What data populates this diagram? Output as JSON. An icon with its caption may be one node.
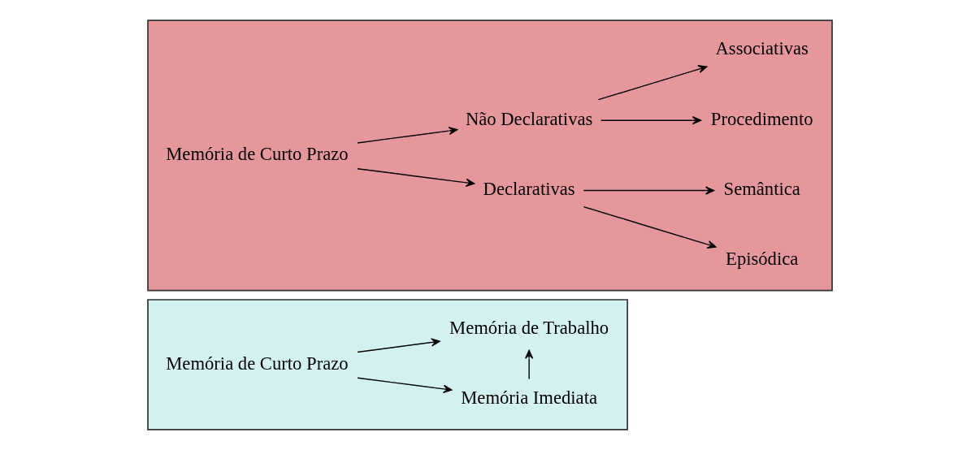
{
  "diagram": {
    "nodes": [
      {
        "text": [],
        "shape": "box"
      },
      {
        "text": [
          "Memória de Curto Prazo"
        ],
        "in": 0
      },
      {
        "text": [
          "Memória Imediata"
        ],
        "in": 0
      },
      {
        "text": [
          "Memória de Trabalho"
        ],
        "in": 0
      },
      {
        "text": [],
        "shape": "box"
      },
      {
        "text": [
          "Memória de Curto Prazo"
        ],
        "in": 4
      },
      {
        "text": [
          "Declarativas"
        ],
        "in": 4
      },
      {
        "text": [
          "Não Declarativas"
        ],
        "in": 4
      },
      {
        "text": [
          "Episódica"
        ],
        "in": 4
      },
      {
        "text": [
          "Semântica"
        ],
        "in": 4
      },
      {
        "text": [
          "Procedimento"
        ],
        "in": 4
      },
      {
        "text": [
          "Associativas"
        ],
        "in": 4
      }
    ],
    "edges": [
      {
        "from": 1,
        "to": 2,
        "arrow": "to"
      },
      {
        "from": 1,
        "to": 3,
        "arrow": "to"
      },
      {
        "from": 2,
        "to": 3,
        "arrow": "to"
      },
      {
        "from": 5,
        "to": 6,
        "arrow": "to"
      },
      {
        "from": 5,
        "to": 7,
        "arrow": "to"
      },
      {
        "from": 6,
        "to": 8,
        "arrow": "to"
      },
      {
        "from": 6,
        "to": 9,
        "arrow": "to"
      },
      {
        "from": 7,
        "to": 10,
        "arrow": "to"
      },
      {
        "from": 7,
        "to": 11,
        "arrow": "to"
      }
    ]
  }
}
